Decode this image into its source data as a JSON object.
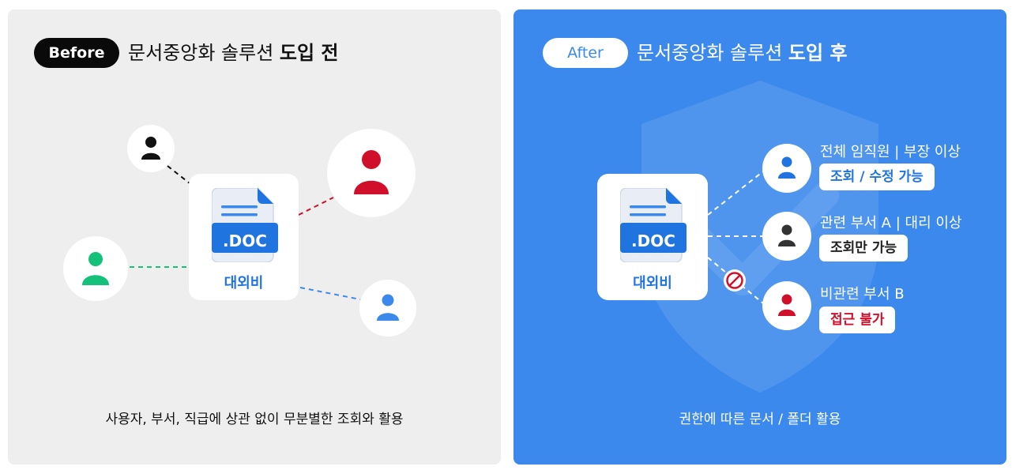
{
  "before": {
    "badge": "Before",
    "heading_prefix": "문서중앙화 솔루션",
    "heading_strong": "도입 전",
    "doc_ext": ".DOC",
    "doc_label": "대외비",
    "caption": "사용자, 부서, 직급에 상관 없이 무분별한 조회와 활용",
    "colors": {
      "black_user": "#111111",
      "red_user": "#d0102a",
      "green_user": "#14c07a",
      "blue_user": "#3c89ec"
    }
  },
  "after": {
    "badge": "After",
    "heading_prefix": "문서중앙화 솔루션",
    "heading_strong": "도입 후",
    "doc_ext": ".DOC",
    "doc_label": "대외비",
    "caption": "권한에 따른 문서 / 폴더 활용",
    "roles": [
      {
        "title": "전체 임직원 | 부장 이상",
        "access": "조회 / 수정 가능",
        "color": "#1f74e0"
      },
      {
        "title": "관련 부서 A | 대리 이상",
        "access": "조회만 가능",
        "color": "#222222"
      },
      {
        "title": "비관련 부서 B",
        "access": "접근 불가",
        "color": "#d0102a"
      }
    ],
    "blocked_icon": "no-entry-icon"
  }
}
